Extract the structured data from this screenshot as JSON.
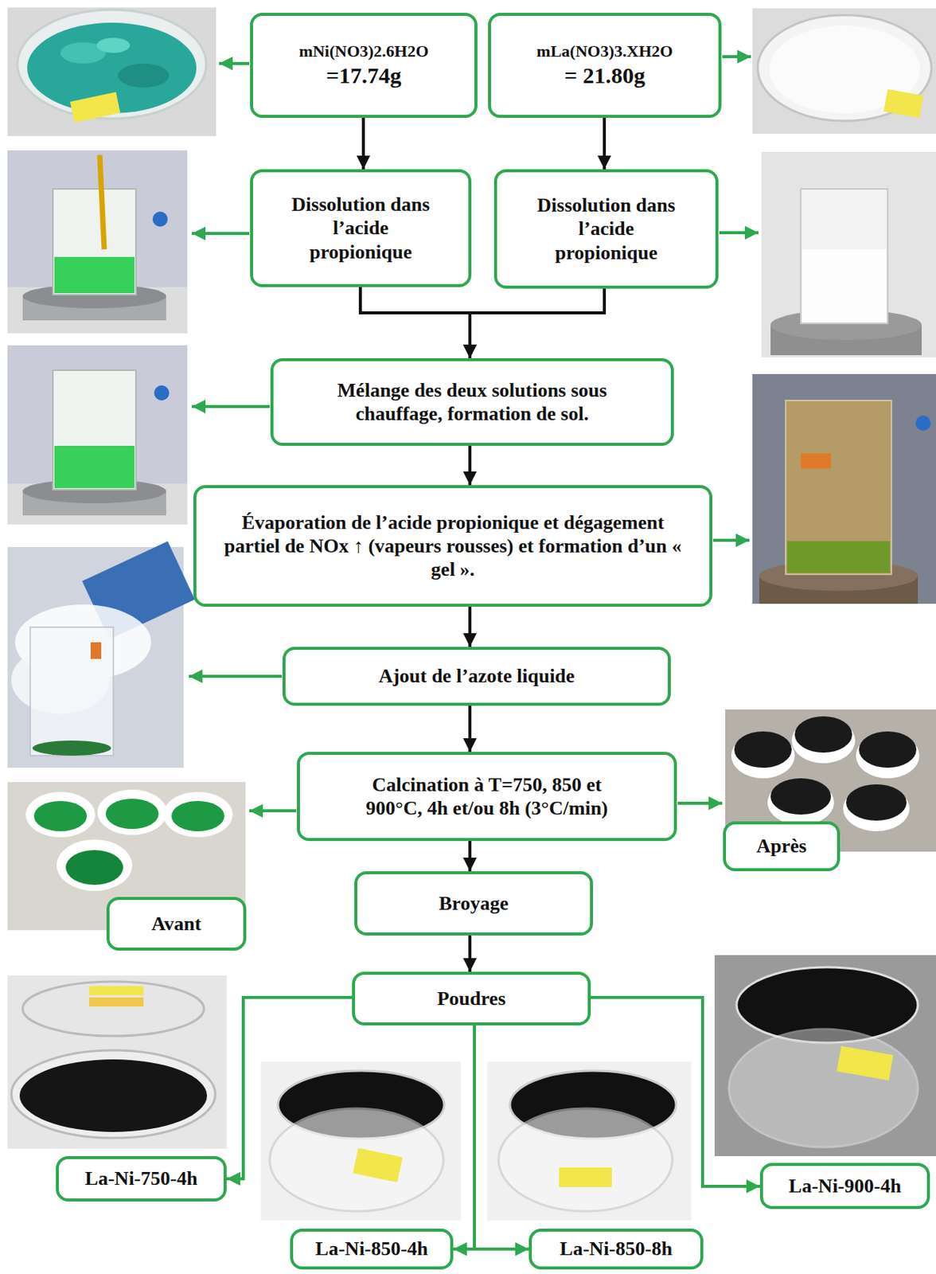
{
  "diagram": {
    "nodes": [
      {
        "text": [
          "mNi(NO3)2.6H2O",
          "=17.74g"
        ]
      },
      {
        "text": [
          "mLa(NO3)3.XH2O",
          "= 21.80g"
        ]
      },
      {
        "text": [
          "Dissolution dans l’acide propionique"
        ]
      },
      {
        "text": [
          "Dissolution dans l’acide propionique"
        ]
      },
      {
        "text": [
          "Mélange des deux solutions sous chauffage, formation de sol."
        ]
      },
      {
        "text": [
          "Évaporation de l’acide propionique et dégagement partiel de NOx ↑ (vapeurs rousses) et formation d’un « gel »."
        ]
      },
      {
        "text": [
          "Ajout de l’azote liquide"
        ]
      },
      {
        "text": [
          "Calcination à T=750, 850 et 900°C, 4h et/ou 8h (3°C/min)"
        ]
      },
      {
        "text": [
          "Broyage"
        ]
      },
      {
        "text": [
          "Poudres"
        ]
      },
      {
        "text": [
          "Avant"
        ]
      },
      {
        "text": [
          "Après"
        ]
      },
      {
        "text": [
          "La-Ni-750-4h"
        ]
      },
      {
        "text": [
          "La-Ni-850-4h"
        ]
      },
      {
        "text": [
          "La-Ni-850-8h"
        ]
      },
      {
        "text": [
          "La-Ni-900-4h"
        ]
      }
    ],
    "edges": [
      {
        "from": 0,
        "to": 2,
        "arrow": "to"
      },
      {
        "from": 1,
        "to": 3,
        "arrow": "to"
      },
      {
        "from": 2,
        "to": 4,
        "arrow": "to"
      },
      {
        "from": 3,
        "to": 4,
        "arrow": "to"
      },
      {
        "from": 4,
        "to": 5,
        "arrow": "to"
      },
      {
        "from": 5,
        "to": 6,
        "arrow": "to"
      },
      {
        "from": 6,
        "to": 7,
        "arrow": "to"
      },
      {
        "from": 7,
        "to": 8,
        "arrow": "to"
      },
      {
        "from": 8,
        "to": 9,
        "arrow": "to"
      },
      {
        "from": 9,
        "to": 12,
        "arrow": "to"
      },
      {
        "from": 9,
        "to": 13,
        "arrow": "to"
      },
      {
        "from": 9,
        "to": 14,
        "arrow": "to"
      },
      {
        "from": 9,
        "to": 15,
        "arrow": "to"
      }
    ]
  }
}
